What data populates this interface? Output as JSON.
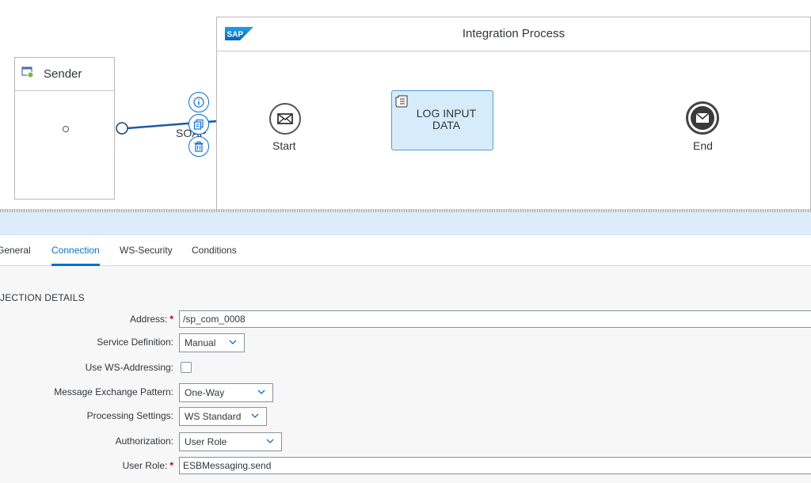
{
  "canvas": {
    "sender": {
      "label": "Sender",
      "icon": "sender-system-icon"
    },
    "pool": {
      "title": "Integration Process",
      "logo_text": "SAP"
    },
    "connection_label": "SOAP",
    "edge_actions": [
      "info-icon",
      "copy-icon",
      "delete-icon"
    ],
    "start_event": {
      "label": "Start"
    },
    "task": {
      "label": "LOG INPUT\nDATA"
    },
    "end_event": {
      "label": "End"
    }
  },
  "panel": {
    "tabs": [
      {
        "label": "General"
      },
      {
        "label": "Connection"
      },
      {
        "label": "WS-Security"
      },
      {
        "label": "Conditions"
      }
    ],
    "active_tab": "Connection",
    "section_title": "JECTION DETAILS",
    "fields": {
      "address": {
        "label": "Address:",
        "required": "*",
        "value": "/sp_com_0008"
      },
      "service_definition": {
        "label": "Service Definition:",
        "value": "Manual"
      },
      "ws_addressing": {
        "label": "Use WS-Addressing:",
        "checked": false
      },
      "mep": {
        "label": "Message Exchange Pattern:",
        "value": "One-Way"
      },
      "processing": {
        "label": "Processing Settings:",
        "value": "WS Standard"
      },
      "authorization": {
        "label": "Authorization:",
        "value": "User Role"
      },
      "user_role": {
        "label": "User Role:",
        "required": "*",
        "value": "ESBMessaging.send"
      }
    }
  },
  "colors": {
    "accent": "#0a6ed1",
    "task_fill": "#d7ecfa",
    "panel_bar": "#dcecfa"
  }
}
